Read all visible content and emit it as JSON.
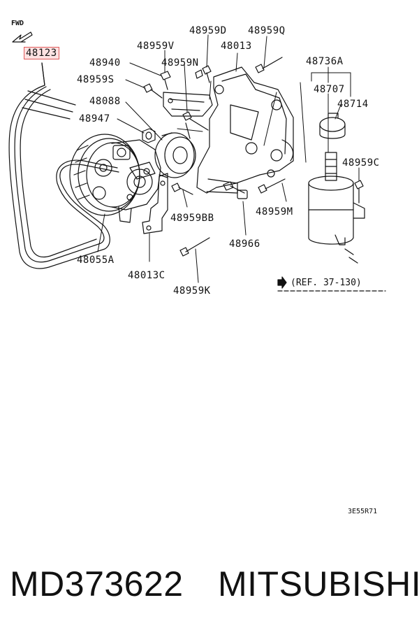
{
  "direction_label": "FWD",
  "highlighted_part": "48123",
  "callouts": {
    "c48959D": "48959D",
    "c48959Q": "48959Q",
    "c48959V": "48959V",
    "c48013": "48013",
    "c48940": "48940",
    "c48959N": "48959N",
    "c48736A": "48736A",
    "c48959S": "48959S",
    "c48707": "48707",
    "c48088": "48088",
    "c48714": "48714",
    "c48947": "48947",
    "c48959C": "48959C",
    "c48959BB": "48959BB",
    "c48959M": "48959M",
    "c48966": "48966",
    "c48055A": "48055A",
    "c48013C": "48013C",
    "c48959K": "48959K"
  },
  "reference": "(REF. 37-130)",
  "diagram_code": "3E55R71",
  "footer": {
    "part_number": "MD373622",
    "brand": "MITSUBISHI"
  }
}
